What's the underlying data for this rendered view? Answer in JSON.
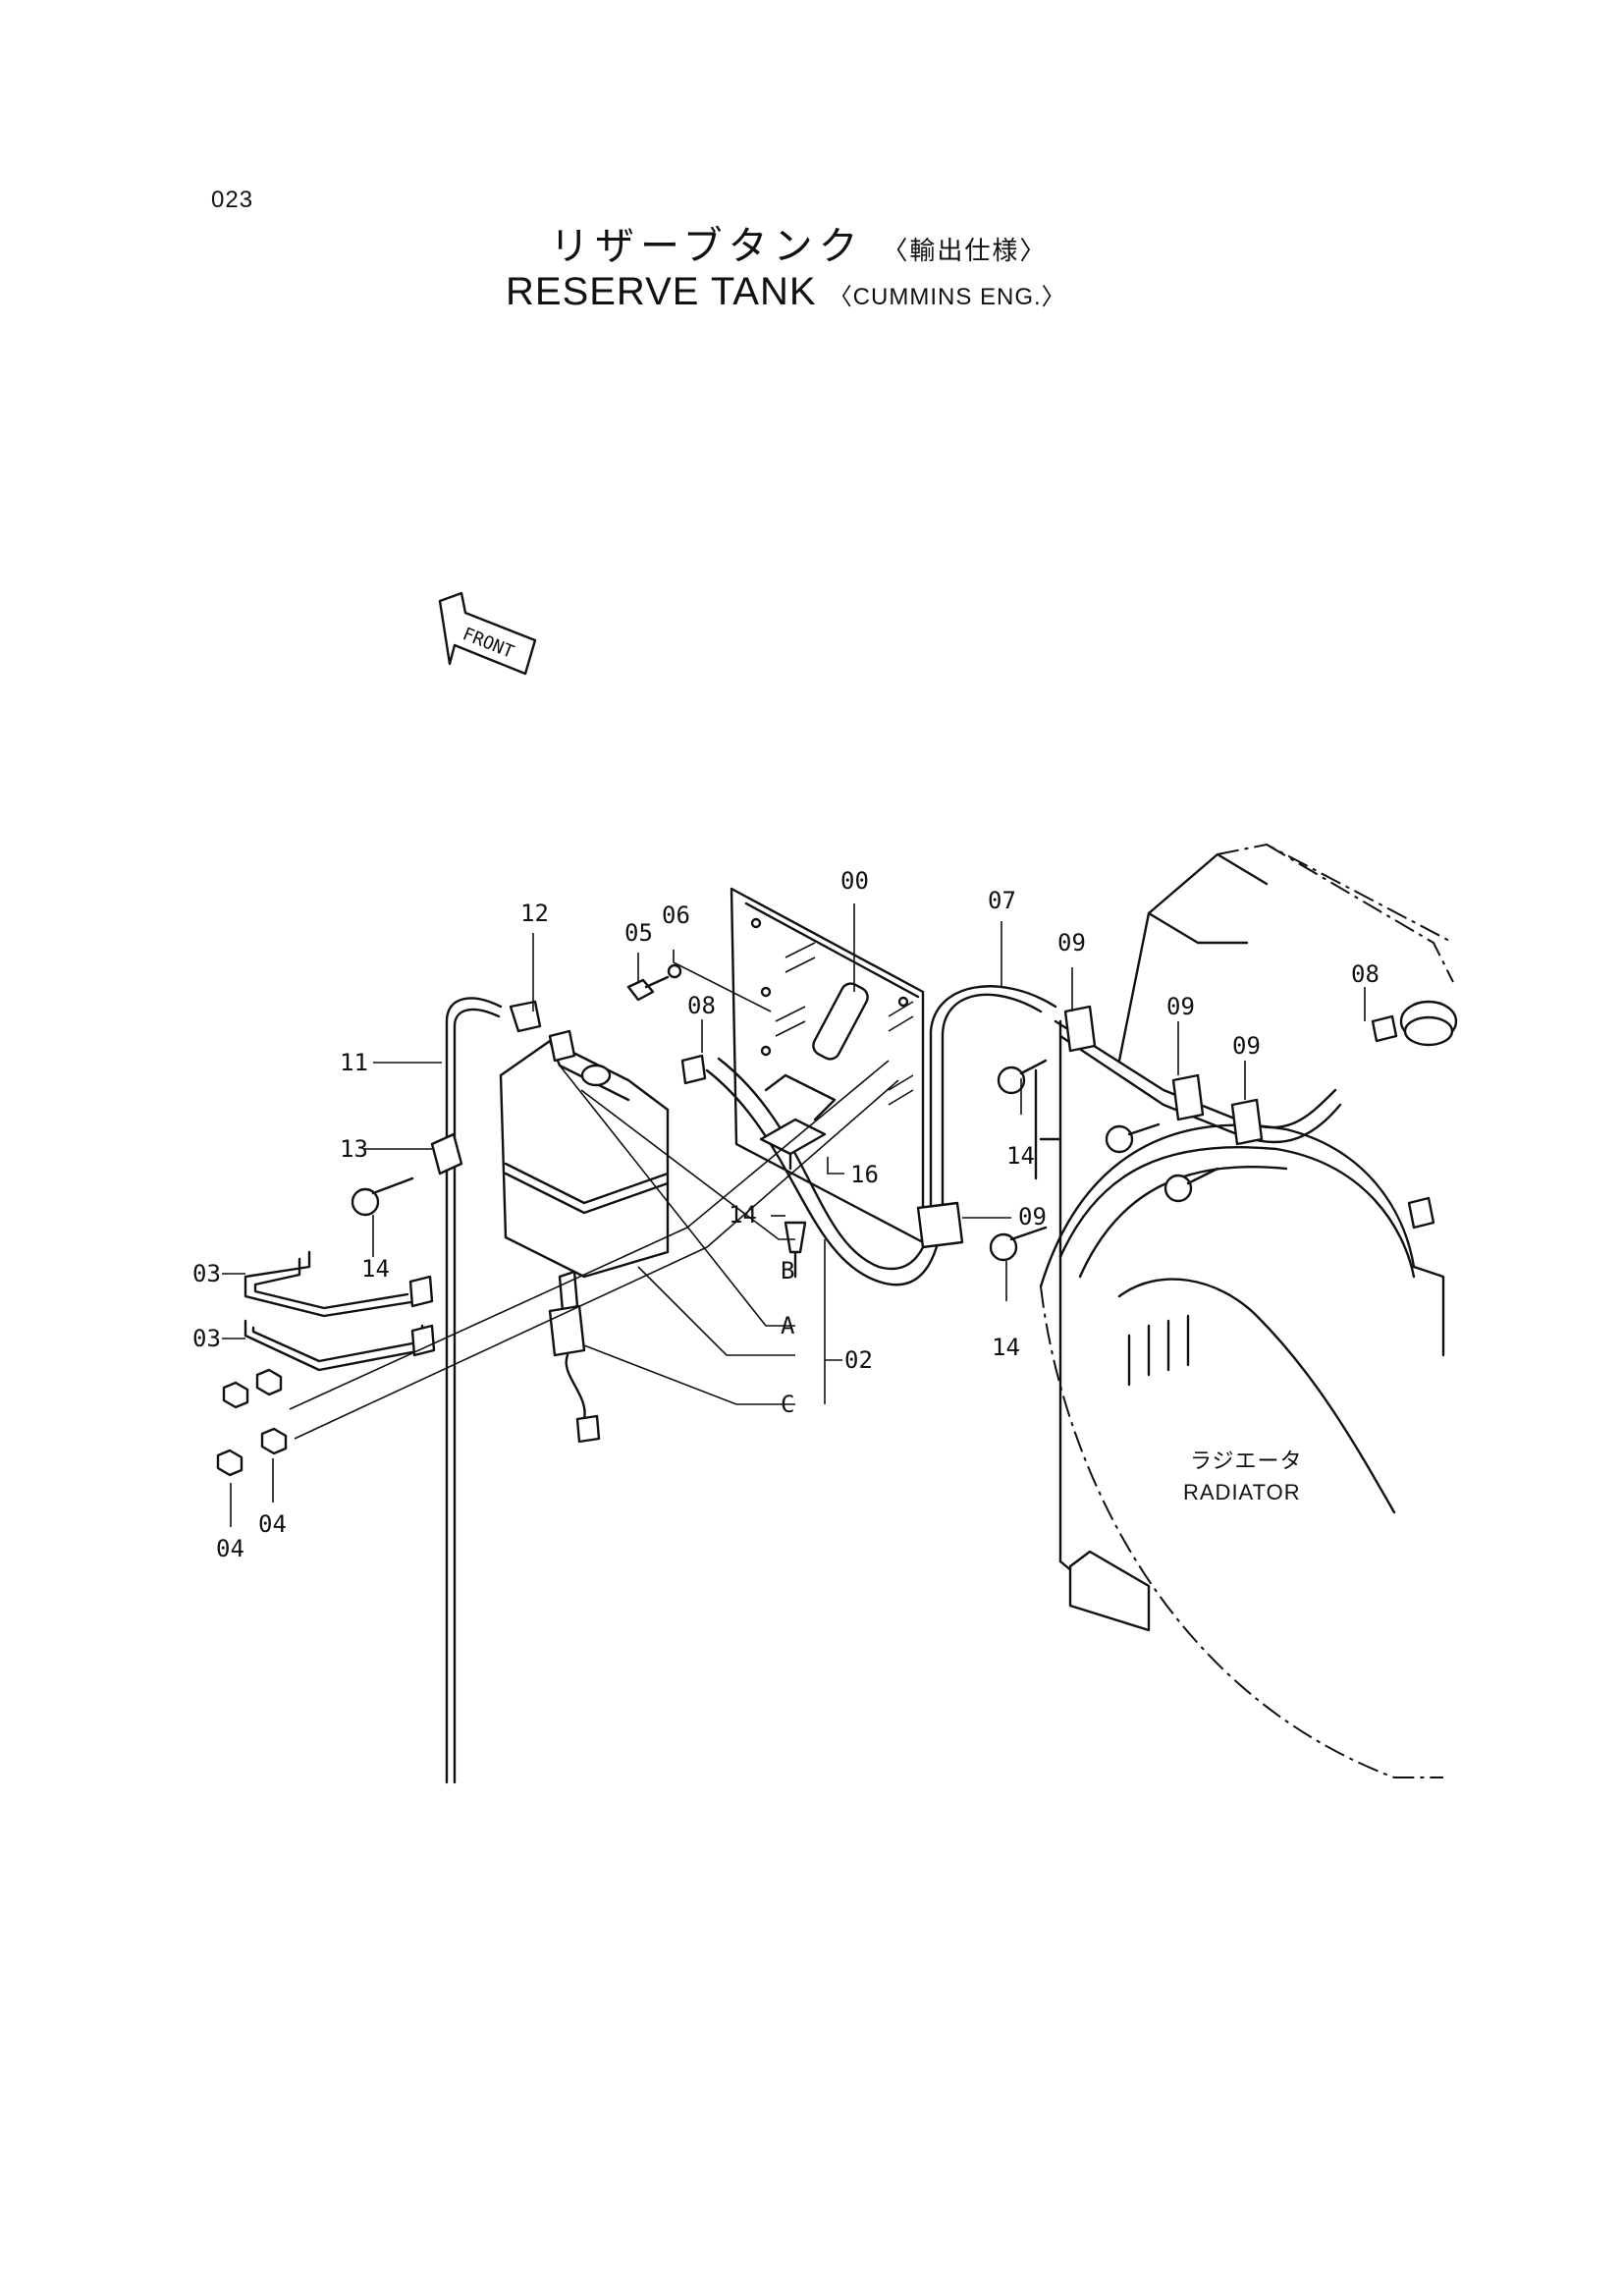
{
  "page_number": "023",
  "title_jp": "リザーブタンク",
  "title_jp_sub": "〈輸出仕様〉",
  "title_en": "RESERVE TANK",
  "title_en_sub": "〈CUMMINS ENG.〉",
  "front_arrow_label": "FRONT",
  "radiator_label_jp": "ラジエータ",
  "radiator_label_en": "RADIATOR",
  "part_labels": {
    "p00": "00",
    "p07": "07",
    "p12": "12",
    "p05": "05",
    "p06": "06",
    "p09a": "09",
    "p08a": "08",
    "p09b": "09",
    "p09c": "09",
    "p11": "11",
    "p08b": "08",
    "p13": "13",
    "p16": "16",
    "p14a": "14",
    "p14b": "14",
    "p14c": "14",
    "p09d": "09",
    "p03a": "03",
    "p03b": "03",
    "p02": "02",
    "p14d": "14",
    "p04a": "04",
    "p04b": "04"
  },
  "callouts": {
    "b": "B",
    "a": "A",
    "c": "C"
  }
}
